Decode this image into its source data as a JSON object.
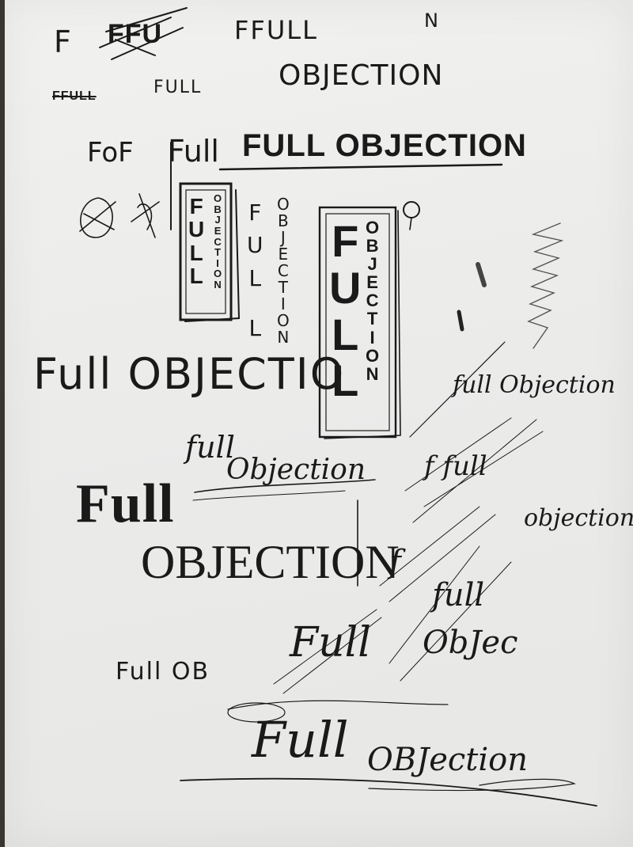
{
  "sketches": {
    "f_top": "F",
    "ffu": "FFU",
    "ffull": "FFULL",
    "n": "N",
    "objection_top": "OBJECTION",
    "ffull_struck": "FFULL",
    "full_small": "FULL",
    "fof": "FoF",
    "full_tall": "Full",
    "full_objection_underlined": "FULL OBJECTION",
    "boxed_small": {
      "full": [
        "F",
        "U",
        "L",
        "L"
      ],
      "objection": [
        "O",
        "B",
        "J",
        "E",
        "C",
        "T",
        "I",
        "O",
        "N"
      ]
    },
    "vertical_full": [
      "F",
      "U",
      "L",
      "L"
    ],
    "vertical_objection": [
      "O",
      "B",
      "J",
      "E",
      "C",
      "T",
      "I",
      "O",
      "N"
    ],
    "boxed_large": {
      "full": [
        "F",
        "U",
        "L",
        "L"
      ],
      "objection": [
        "O",
        "B",
        "J",
        "E",
        "C",
        "T",
        "I",
        "O",
        "N"
      ]
    },
    "full_objection_thin": "Full OBJECTIO",
    "script_full_objection_right": "full Objection",
    "script_full": "full",
    "script_objection": "Objection",
    "full_big": "Full",
    "objection_big": "OBJECTION",
    "script_f_full": "f full",
    "script_objection_right": "objection",
    "script_f": "f",
    "script_full_lower": "Full",
    "script_full_mid": "full",
    "script_objec": "ObJec",
    "full_ob": "Full OB",
    "script_full_bottom": "Full",
    "script_objection_bottom": "OBJection"
  }
}
